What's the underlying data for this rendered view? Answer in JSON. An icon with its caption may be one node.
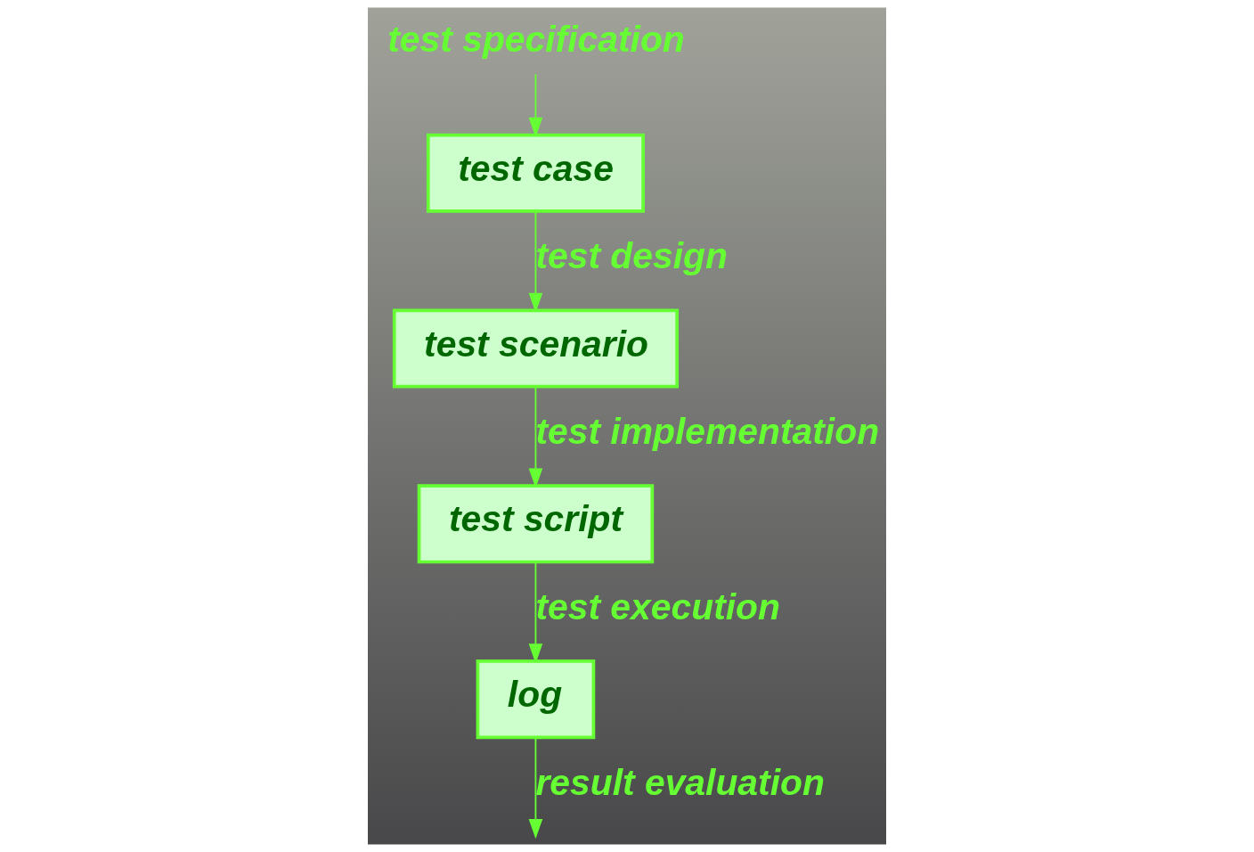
{
  "diagram": {
    "nodes": [
      {
        "text": [
          "test specification"
        ]
      },
      {
        "text": [
          "test case"
        ]
      },
      {
        "text": [
          "test scenario"
        ]
      },
      {
        "text": [
          "test script"
        ]
      },
      {
        "text": [
          "log"
        ]
      }
    ],
    "edges": [
      {
        "from": 0,
        "to": 1,
        "arrow": "to"
      },
      {
        "from": 1,
        "to": 2,
        "label": "test design",
        "arrow": "to"
      },
      {
        "from": 2,
        "to": 3,
        "label": "test implementation",
        "arrow": "to"
      },
      {
        "from": 3,
        "to": 4,
        "label": "test execution",
        "arrow": "to"
      },
      {
        "from": 4,
        "to": null,
        "label": "result evaluation",
        "arrow": "to"
      }
    ]
  }
}
